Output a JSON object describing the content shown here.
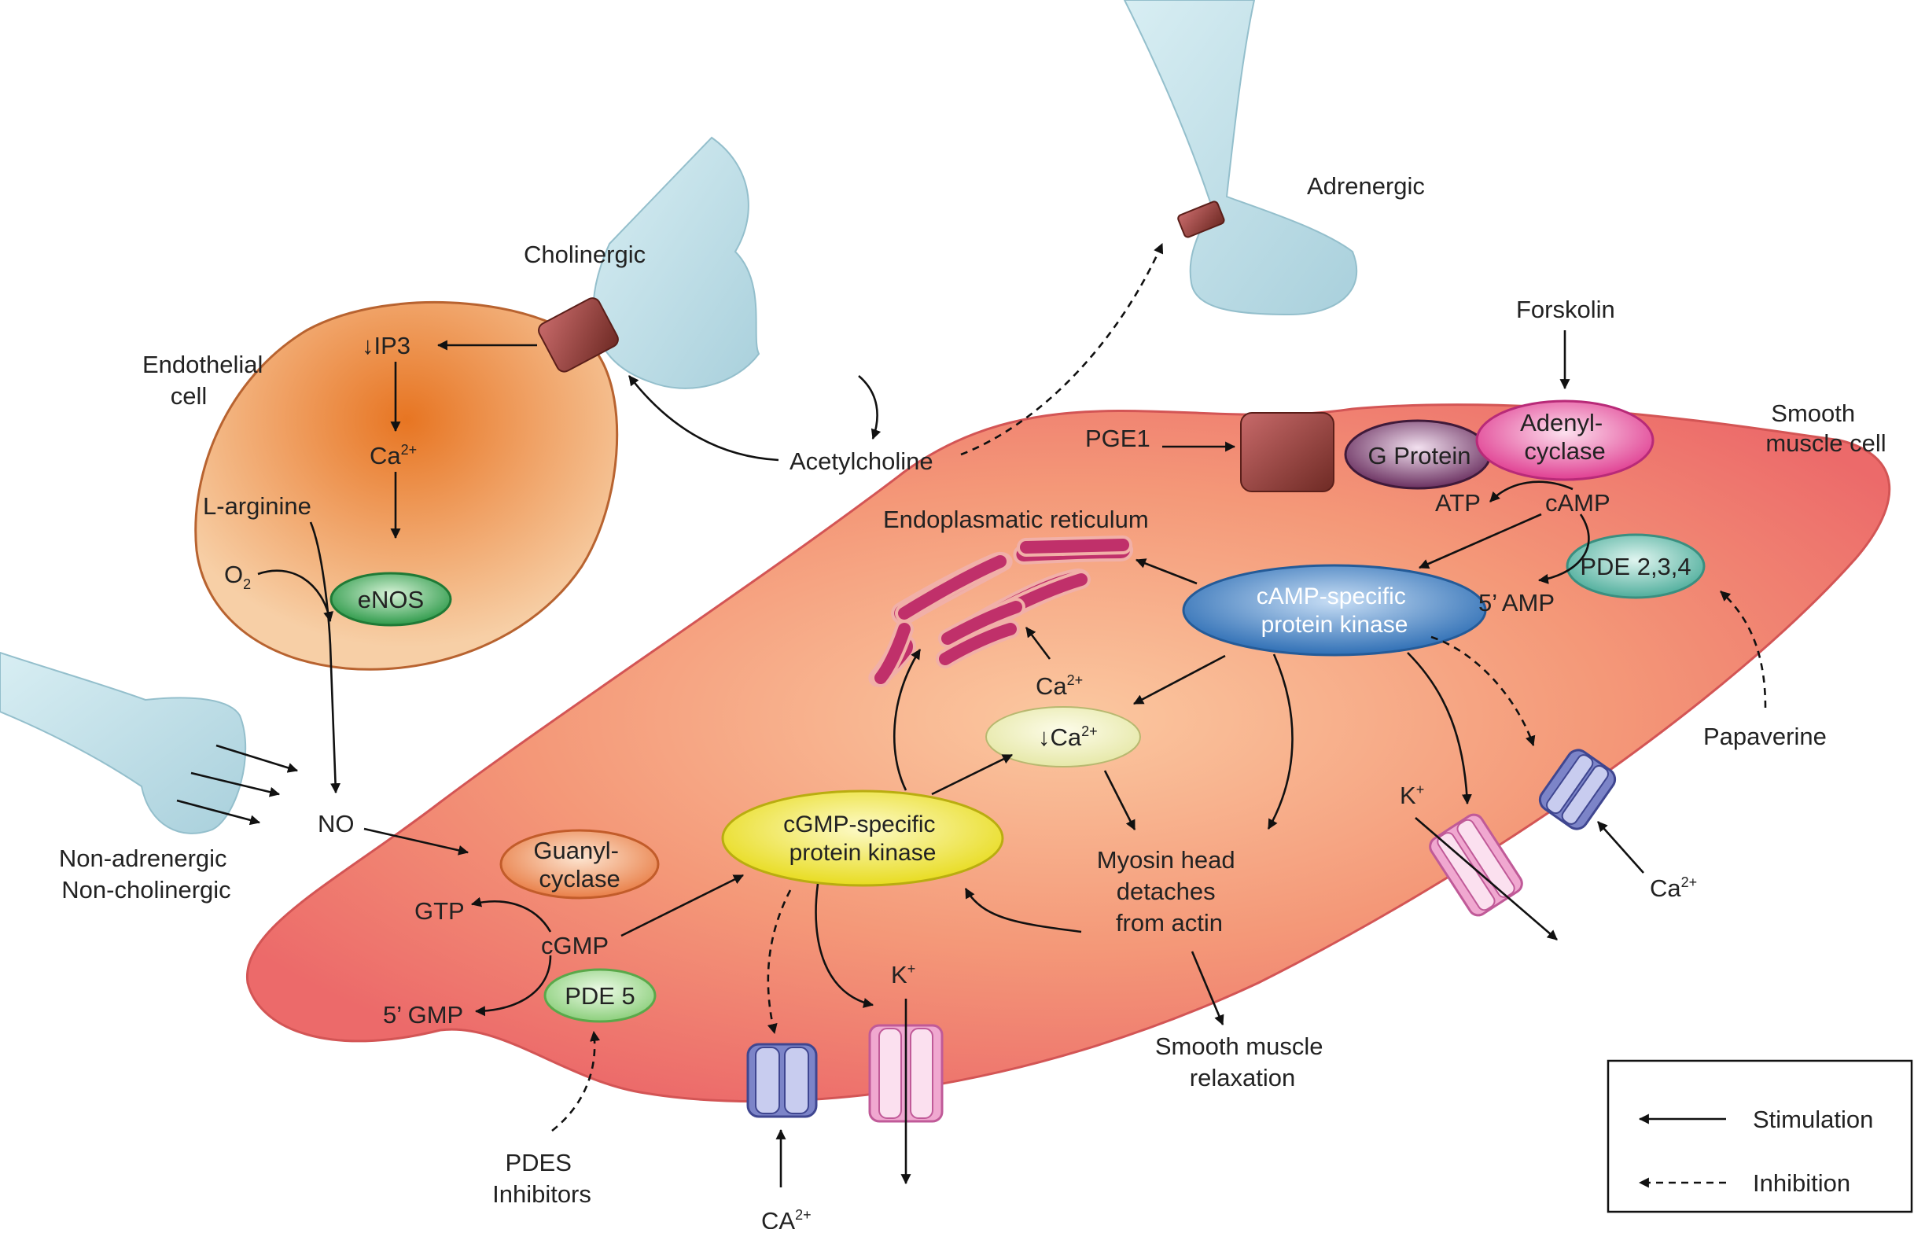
{
  "labels": {
    "cholinergic": "Cholinergic",
    "adrenergic": "Adrenergic",
    "forskolin": "Forskolin",
    "smooth_muscle_cell_1": "Smooth",
    "smooth_muscle_cell_2": "muscle cell",
    "endothelial_cell_1": "Endothelial",
    "endothelial_cell_2": "cell",
    "ip3": "IP3",
    "ip3_arrow": "↓",
    "ca_base": "Ca",
    "ca_sup": "2+",
    "ca_big_base": "CA",
    "l_arginine": "L-arginine",
    "o2_base": "O",
    "o2_sub": "2",
    "enos": "eNOS",
    "acetylcholine": "Acetylcholine",
    "pge1": "PGE1",
    "g_protein": "G Protein",
    "adenyl_cyclase_1": "Adenyl-",
    "adenyl_cyclase_2": "cyclase",
    "atp": "ATP",
    "camp": "cAMP",
    "endoplasmatic_reticulum": "Endoplasmatic reticulum",
    "camp_kinase_1": "cAMP-specific",
    "camp_kinase_2": "protein kinase",
    "pde234": "PDE 2,3,4",
    "five_amp": "5’ AMP",
    "papaverine": "Papaverine",
    "down_ca_arrow": "↓",
    "k_base": "K",
    "k_sup": "+",
    "nanc_1": "Non-adrenergic",
    "nanc_2": "Non-cholinergic",
    "no": "NO",
    "guanyl_cyclase_1": "Guanyl-",
    "guanyl_cyclase_2": "cyclase",
    "cgmp_kinase_1": "cGMP-specific",
    "cgmp_kinase_2": "protein kinase",
    "myosin_1": "Myosin head",
    "myosin_2": "detaches",
    "myosin_3": "from actin",
    "gtp": "GTP",
    "cgmp": "cGMP",
    "five_gmp": "5’ GMP",
    "pde5": "PDE 5",
    "relaxation_1": "Smooth muscle",
    "relaxation_2": "relaxation",
    "pdes_inhibitors_1": "PDES",
    "pdes_inhibitors_2": "Inhibitors"
  },
  "legend": {
    "stimulation": "Stimulation",
    "inhibition": "Inhibition"
  },
  "colors": {
    "smooth_muscle": "#ec6a6a",
    "endothelial": "#e88a4a",
    "nerve_terminal": "#c3e0e8",
    "receptor": "#8a3a30",
    "enos": "#2e9a4a",
    "camp_kinase": "#3f7fc0",
    "cgmp_kinase": "#f0ea40",
    "adenyl_cyclase": "#e84f9c",
    "g_protein": "#6a3060",
    "pde": "#5fb8a8",
    "reticulum": "#c0306a",
    "calcium_channel": "#7c84c8",
    "potassium_channel": "#f0a8d0"
  }
}
